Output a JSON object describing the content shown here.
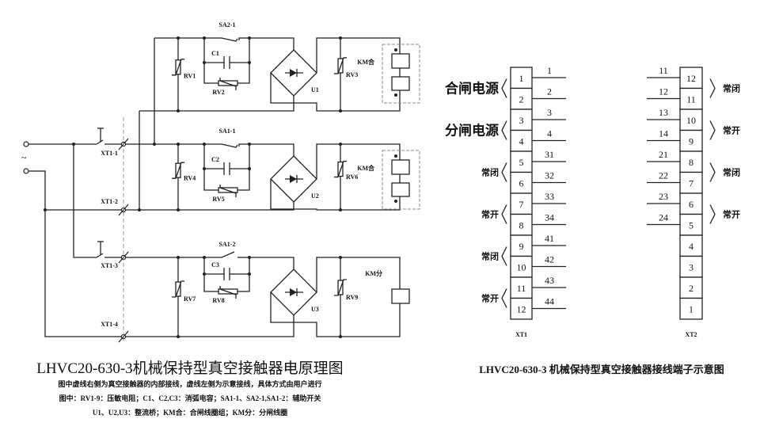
{
  "schematic": {
    "rows": [
      {
        "switch": "SA2-1",
        "rv_a": "RV1",
        "cap": "C1",
        "rv_b": "RV2",
        "bridge": "U1",
        "rv_c": "RV3",
        "coil": "KM合",
        "switch_type": "nc",
        "coil_type": "double"
      },
      {
        "switch": "SA1-1",
        "rv_a": "RV4",
        "cap": "C2",
        "rv_b": "RV5",
        "bridge": "U2",
        "rv_c": "RV6",
        "coil": "KM合",
        "switch_type": "nc",
        "coil_type": "double"
      },
      {
        "switch": "SA1-2",
        "rv_a": "RV7",
        "cap": "C3",
        "rv_b": "RV8",
        "bridge": "U3",
        "rv_c": "RV9",
        "coil": "KM分",
        "switch_type": "no",
        "coil_type": "single"
      }
    ],
    "terminals": [
      "XT1-1",
      "XT1-2",
      "XT1-3",
      "XT1-4"
    ],
    "ac_symbol": "~"
  },
  "left_title": "LHVC20-630-3机械保持型真空接触器电原理图",
  "notes": [
    "图中虚线右侧为真空接触器的内部接线，虚线左侧为示意接线，具体方式由用户进行",
    "图中：RV1-9：压敏电阻；C1、C2,C3：消弧电容；SA1-1、SA2-1,SA1-2：辅助开关",
    "U1、U2,U3：整流桥；KM合：合闸线圈组；KM分：分闸线圈"
  ],
  "right_title": "LHVC20-630-3 机械保持型真空接触器接线端子示意图",
  "xt1": {
    "name": "XT1",
    "cells": [
      "1",
      "2",
      "3",
      "4",
      "5",
      "6",
      "7",
      "8",
      "9",
      "10",
      "11",
      "12"
    ],
    "wires": [
      "1",
      "2",
      "3",
      "4",
      "31",
      "32",
      "33",
      "34",
      "41",
      "42",
      "43",
      "44"
    ],
    "groups": [
      {
        "label": "合闸电源",
        "size": "big"
      },
      {
        "label": "分闸电源",
        "size": "big"
      },
      {
        "label": "常闭",
        "size": "small"
      },
      {
        "label": "常开",
        "size": "small"
      },
      {
        "label": "常闭",
        "size": "small"
      },
      {
        "label": "常开",
        "size": "small"
      }
    ]
  },
  "xt2": {
    "name": "XT2",
    "cells": [
      "12",
      "11",
      "10",
      "9",
      "8",
      "7",
      "6",
      "5",
      "4",
      "3",
      "2",
      "1"
    ],
    "wires": [
      "11",
      "12",
      "13",
      "14",
      "21",
      "22",
      "23",
      "24"
    ],
    "groups": [
      "常闭",
      "常开",
      "常闭",
      "常开"
    ]
  }
}
